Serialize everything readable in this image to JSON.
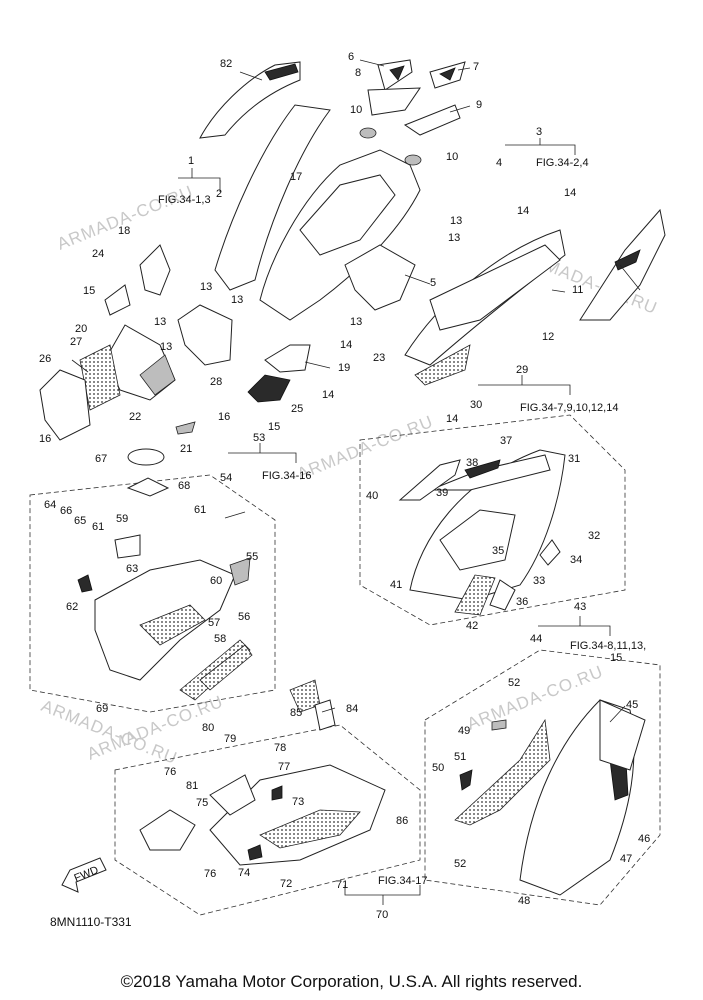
{
  "watermarks": [
    "ARMADA-CO.RU",
    "ARMADA-CO.RU",
    "ARMADA-CO.RU",
    "ARMADA-CO.RU",
    "ARMADA-CO.RU",
    "ARMADA-CO.RU"
  ],
  "fig_refs": [
    "FIG.34-1,3",
    "FIG.34-2,4",
    "FIG.34-7,9,10,12,14",
    "FIG.34-16",
    "FIG.34-8,11,13,",
    "15",
    "FIG.34-17"
  ],
  "fwd_label": "FWD",
  "diagram_code": "8MN1110-T331",
  "copyright": "©2018 Yamaha Motor Corporation, U.S.A. All rights reserved.",
  "labels": [
    "82",
    "6",
    "8",
    "7",
    "10",
    "9",
    "1",
    "2",
    "10",
    "3",
    "4",
    "17",
    "14",
    "14",
    "13",
    "18",
    "13",
    "13",
    "24",
    "15",
    "13",
    "5",
    "11",
    "13",
    "13",
    "13",
    "12",
    "20",
    "14",
    "23",
    "27",
    "19",
    "26",
    "28",
    "14",
    "22",
    "16",
    "25",
    "21",
    "15",
    "29",
    "14",
    "16",
    "30",
    "53",
    "67",
    "68",
    "37",
    "54",
    "31",
    "38",
    "39",
    "40",
    "61",
    "64",
    "66",
    "65",
    "61",
    "59",
    "55",
    "32",
    "35",
    "34",
    "63",
    "60",
    "41",
    "33",
    "62",
    "57",
    "56",
    "36",
    "42",
    "58",
    "43",
    "44",
    "69",
    "85",
    "84",
    "52",
    "45",
    "80",
    "49",
    "79",
    "78",
    "51",
    "76",
    "77",
    "50",
    "81",
    "75",
    "73",
    "86",
    "46",
    "52",
    "47",
    "76",
    "74",
    "72",
    "48",
    "71",
    "70"
  ]
}
